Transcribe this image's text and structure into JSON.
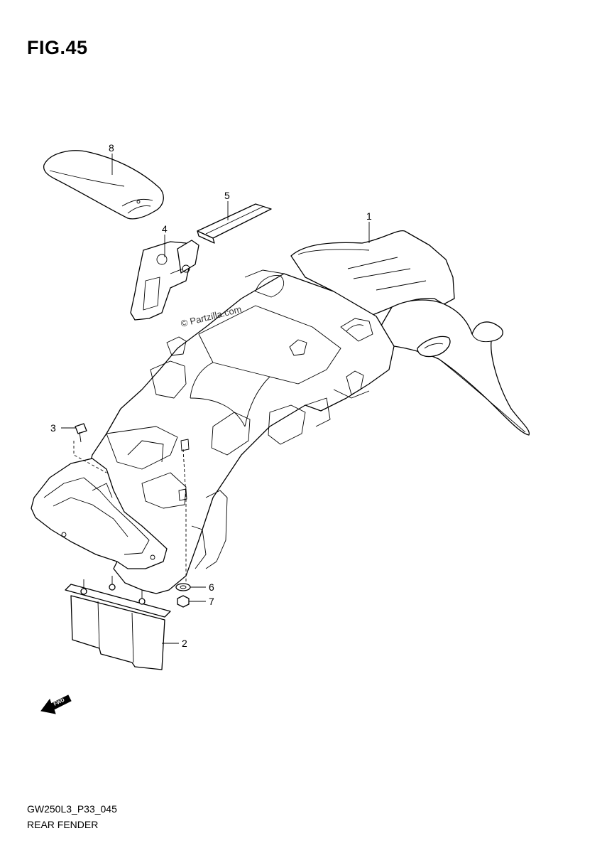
{
  "figure": {
    "title": "FIG.45"
  },
  "watermark": "© Partzilla.com",
  "callouts": [
    {
      "id": "1",
      "label": "1"
    },
    {
      "id": "2",
      "label": "2"
    },
    {
      "id": "3",
      "label": "3"
    },
    {
      "id": "4",
      "label": "4"
    },
    {
      "id": "5",
      "label": "5"
    },
    {
      "id": "6",
      "label": "6"
    },
    {
      "id": "7",
      "label": "7"
    },
    {
      "id": "8",
      "label": "8"
    }
  ],
  "fwd_arrow": {
    "label": "FWD",
    "icon": "fwd-arrow-icon"
  },
  "footer": {
    "code": "GW250L3_P33_045",
    "caption": "REAR FENDER"
  }
}
